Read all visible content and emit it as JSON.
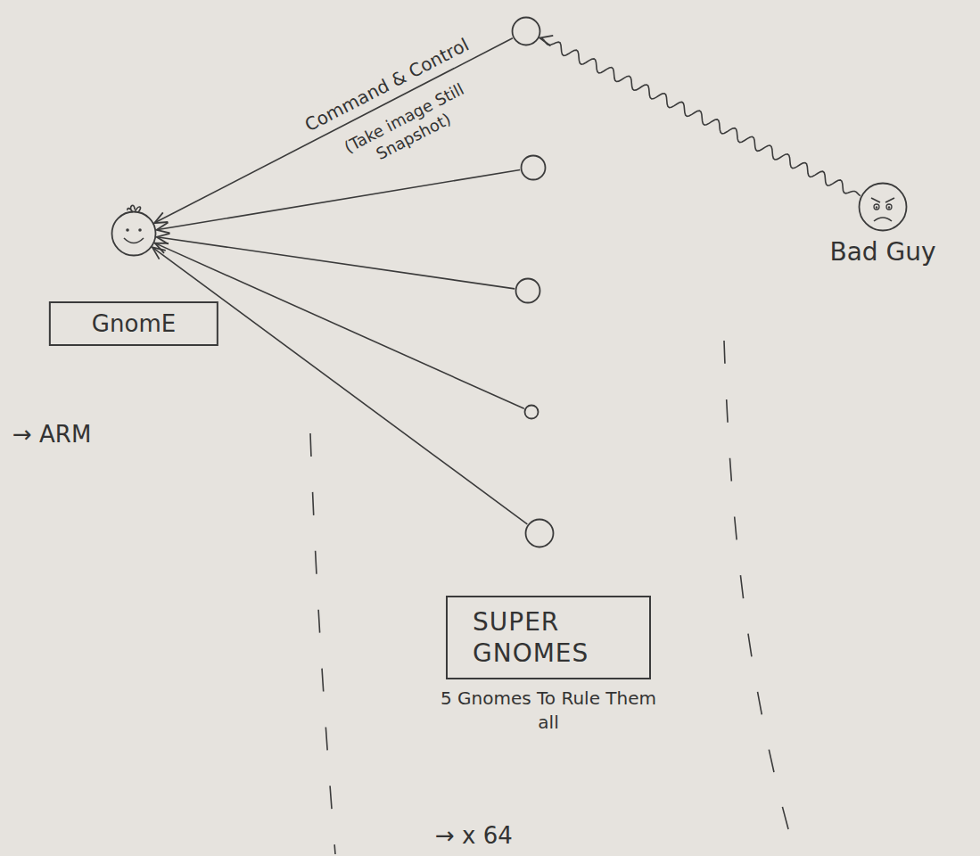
{
  "diagram": {
    "nodes": [
      {
        "text": [
          "GnomE"
        ]
      },
      {
        "text": []
      },
      {
        "text": []
      },
      {
        "text": []
      },
      {
        "text": []
      },
      {
        "text": []
      },
      {
        "text": [
          "SUPER GNOMES",
          "5 Gnomes To Rule Them all"
        ]
      },
      {
        "text": [
          "Bad Guy"
        ]
      }
    ],
    "edges": [
      {
        "from": 1,
        "to": 0,
        "arrow": "to",
        "label": "Command & Control"
      },
      {
        "from": 2,
        "to": 0,
        "arrow": "to"
      },
      {
        "from": 3,
        "to": 0,
        "arrow": "to"
      },
      {
        "from": 4,
        "to": 0,
        "arrow": "to"
      },
      {
        "from": 5,
        "to": 0,
        "arrow": "to"
      },
      {
        "from": 7,
        "to": 1,
        "arrow": "to"
      }
    ],
    "labels": [
      "(Take image Still Snapshot)",
      "→ ARM",
      "→ x 64"
    ]
  }
}
